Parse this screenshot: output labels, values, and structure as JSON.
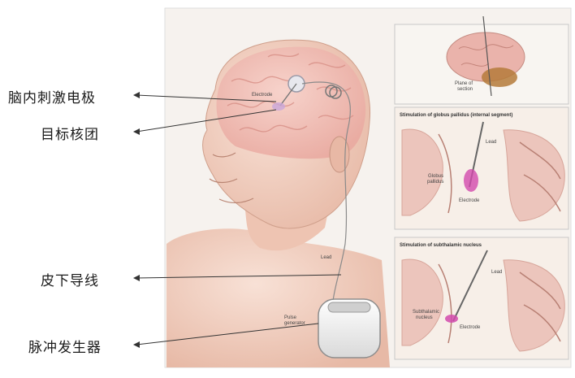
{
  "labels": {
    "electrode": "脑内刺激电极",
    "target_nucleus": "目标核团",
    "subcutaneous_lead": "皮下导线",
    "pulse_generator": "脉冲发生器"
  },
  "illustration": {
    "electrode": "Electrode",
    "lead": "Lead",
    "pulse_generator": "Pulse\ngenerator",
    "plane_of_section": "Plane of\nsection"
  },
  "panels": {
    "gp": {
      "title": "Stimulation of globus pallidus (internal segment)",
      "lead": "Lead",
      "nucleus": "Globus\npallidus",
      "electrode": "Electrode"
    },
    "stn": {
      "title": "Stimulation of subthalamic nucleus",
      "lead": "Lead",
      "nucleus": "Subthalamic\nnucleus",
      "electrode": "Electrode"
    }
  },
  "colors": {
    "skin": "#f0cfc0",
    "brain": "#f5c4bd",
    "panel_border": "#c8c8c8",
    "highlight": "#c43aa6"
  }
}
